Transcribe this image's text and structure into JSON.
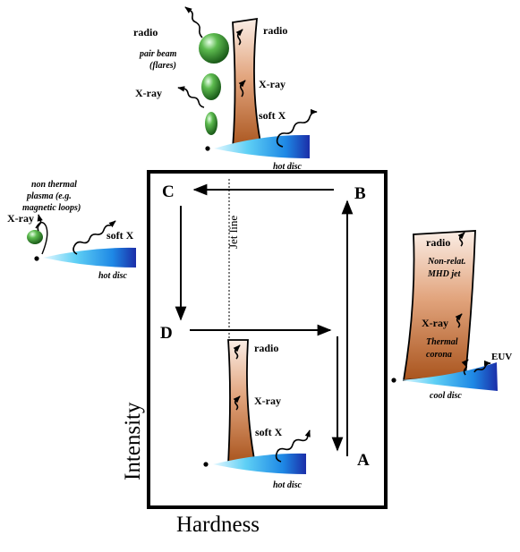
{
  "axes": {
    "x_label": "Hardness",
    "y_label": "Intensity"
  },
  "states": {
    "A": "A",
    "B": "B",
    "C": "C",
    "D": "D"
  },
  "jet_line": "Jet line",
  "top_inset": {
    "radio_left": "radio",
    "radio_right": "radio",
    "pair_beam": "pair beam",
    "flares": "(flares)",
    "xray_left": "X-ray",
    "xray_right": "X-ray",
    "soft_x": "soft X",
    "disc": "hot disc"
  },
  "left_inset": {
    "plasma_1": "non thermal",
    "plasma_2": "plasma (e.g.",
    "plasma_3": "magnetic loops)",
    "xray": "X-ray",
    "soft_x": "soft X",
    "disc": "hot disc"
  },
  "center_inset": {
    "radio": "radio",
    "xray": "X-ray",
    "soft_x": "soft X",
    "disc": "hot disc"
  },
  "right_inset": {
    "radio": "radio",
    "jet_1": "Non-relat.",
    "jet_2": "MHD jet",
    "xray": "X-ray",
    "corona_1": "Thermal",
    "corona_2": "corona",
    "euv": "EUV",
    "disc": "cool disc"
  },
  "colors": {
    "jet_top": "#fbeee6",
    "jet_bottom": "#a9541d",
    "disc_light": "#5fd0f5",
    "disc_dark": "#1b2ea8",
    "blob": "#2f8f2f"
  }
}
